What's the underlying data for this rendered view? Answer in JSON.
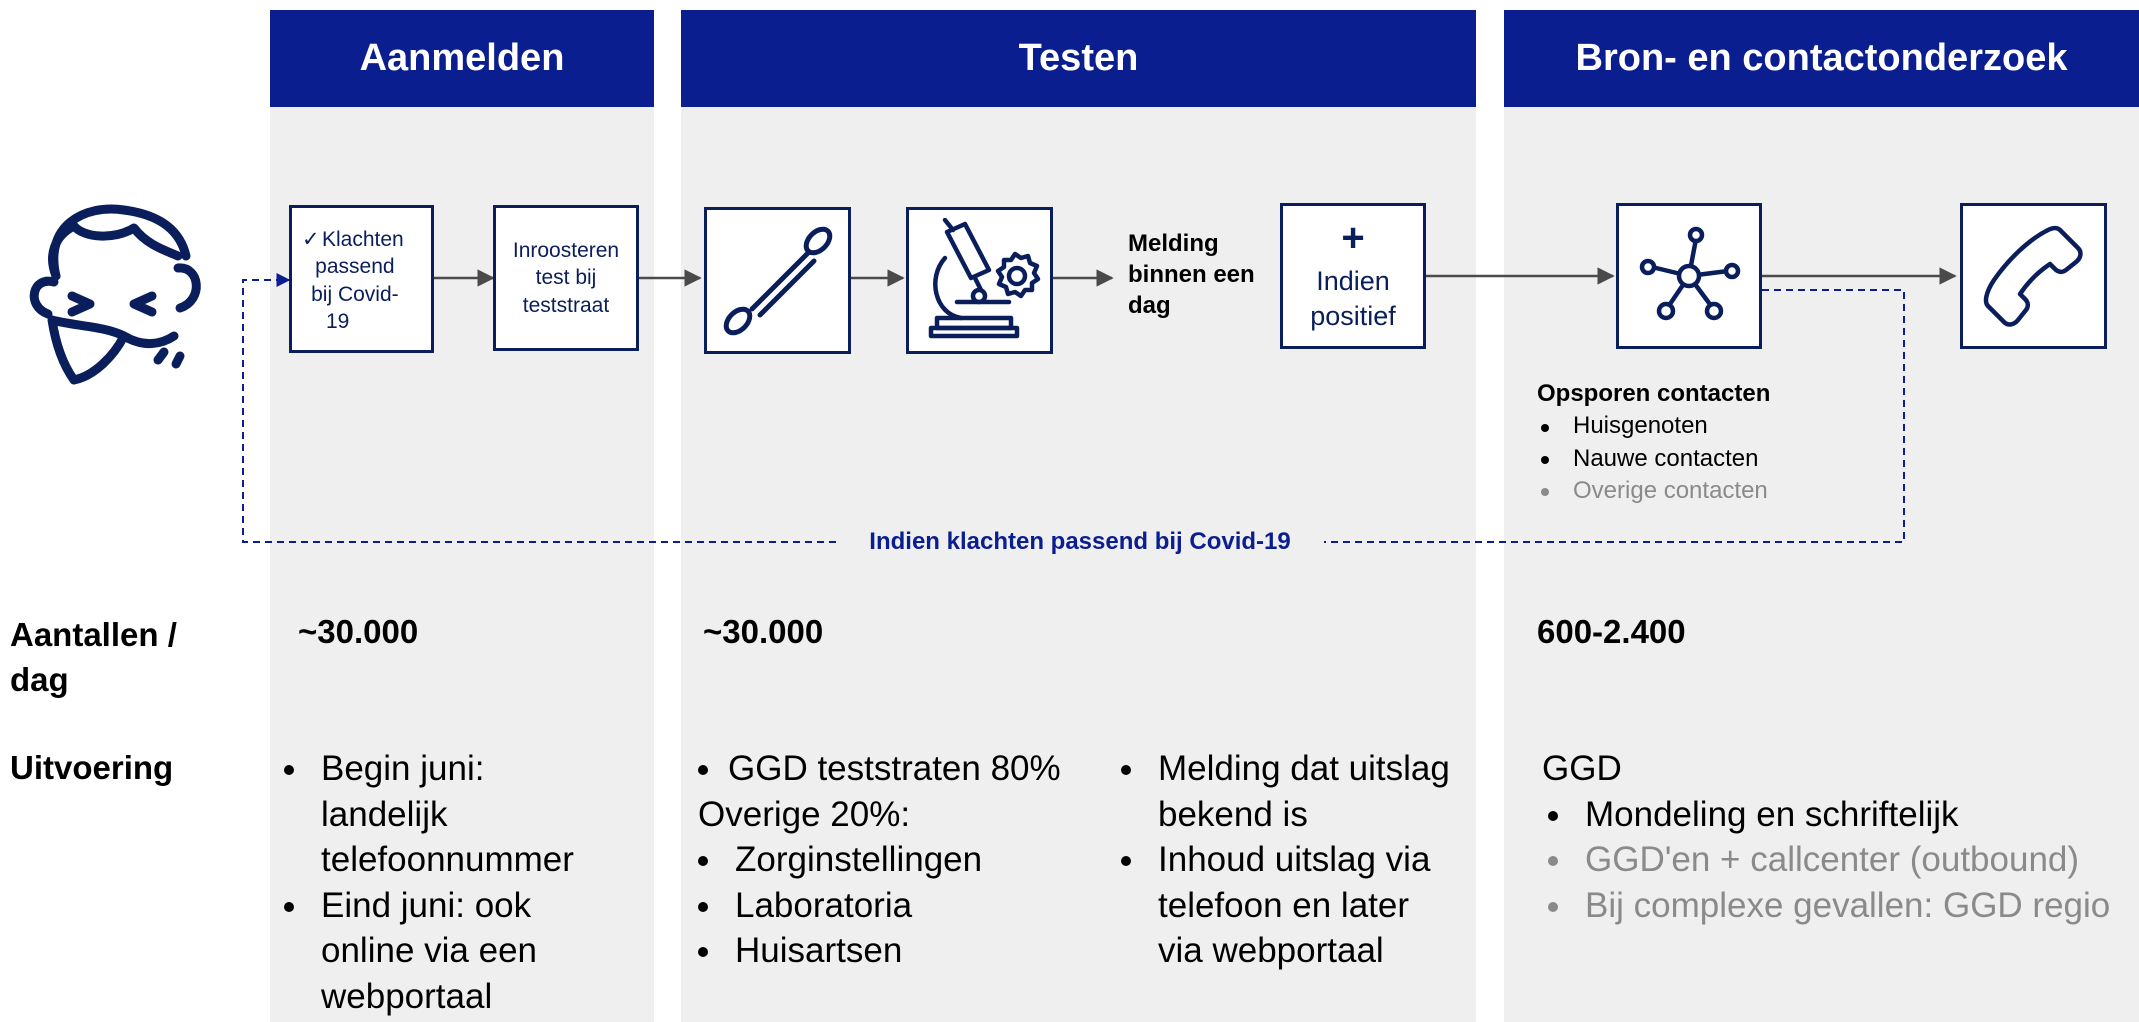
{
  "headers": {
    "aanmelden": "Aanmelden",
    "testen": "Testen",
    "bron": "Bron- en contactonderzoek"
  },
  "icons": {
    "patient": "sick-person-icon",
    "swab": "cotton-swab-icon",
    "microscope": "microscope-icon",
    "network": "network-icon",
    "phone": "phone-icon",
    "plus": "plus-icon"
  },
  "process": {
    "klachten": {
      "check": "✓",
      "lines": [
        "Klachten",
        "passend",
        "bij Covid-",
        "19"
      ]
    },
    "inroosteren": [
      "Inroosteren",
      "test bij",
      "teststraat"
    ],
    "melding": [
      "Melding",
      "binnen een",
      "dag"
    ],
    "positief": {
      "plus": "+",
      "lines": [
        "Indien",
        "positief"
      ]
    },
    "loop_label": "Indien klachten passend bij Covid-19"
  },
  "opsporen": {
    "title": "Opsporen contacten",
    "items": [
      "Huisgenoten",
      "Nauwe contacten"
    ],
    "items_grey": [
      "Overige contacten"
    ]
  },
  "rows": {
    "aantallen_label": [
      "Aantallen /",
      "dag"
    ],
    "uitvoering_label": "Uitvoering"
  },
  "aantallen": {
    "aanmelden": "~30.000",
    "testen": "~30.000",
    "bron": "600-2.400"
  },
  "uitvoering": {
    "aanmelden": [
      "Begin juni: landelijk telefoonnummer",
      "Eind juni: ook online via een webportaal"
    ],
    "testen_left": {
      "first": "GGD teststraten 80%",
      "overige": "Overige 20%:",
      "items": [
        "Zorginstellingen",
        "Laboratoria",
        "Huisartsen"
      ]
    },
    "testen_right": [
      "Melding dat uitslag bekend is",
      "Inhoud uitslag via telefoon en later via webportaal"
    ],
    "bron": {
      "org": "GGD",
      "items": [
        "Mondeling en schriftelijk"
      ],
      "items_grey": [
        "GGD'en + callcenter (outbound)",
        "Bij complexe gevallen: GGD regio"
      ]
    }
  },
  "colors": {
    "header": "#0b1e8f",
    "column_bg": "#efefef",
    "navy": "#0b1e5c",
    "grey_text": "#8a8a8a"
  }
}
